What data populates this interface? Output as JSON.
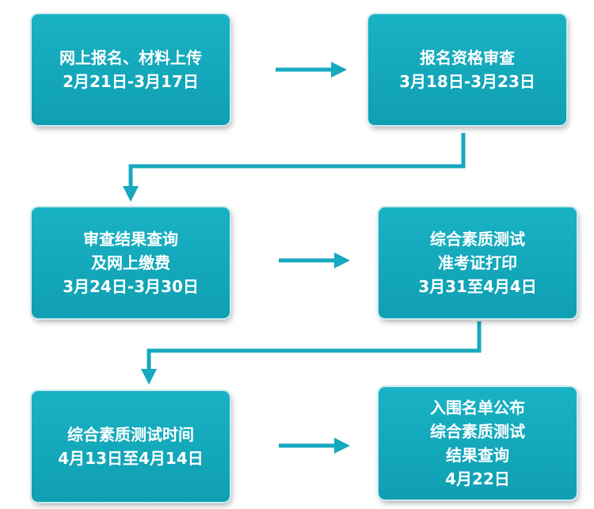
{
  "steps": [
    {
      "id": "s1",
      "lines": [
        "网上报名、材料上传",
        "2月21日-3月17日"
      ]
    },
    {
      "id": "s2",
      "lines": [
        "报名资格审查",
        "3月18日-3月23日"
      ]
    },
    {
      "id": "s3",
      "lines": [
        "审查结果查询",
        "及网上缴费",
        "3月24日-3月30日"
      ]
    },
    {
      "id": "s4",
      "lines": [
        "综合素质测试",
        "准考证打印",
        "3月31至4月4日"
      ]
    },
    {
      "id": "s5",
      "lines": [
        "综合素质测试时间",
        "4月13日至4月14日"
      ]
    },
    {
      "id": "s6",
      "lines": [
        "入围名单公布",
        "综合素质测试",
        "结果查询",
        "4月22日"
      ]
    }
  ],
  "colors": {
    "box": "#14aabd",
    "arrow": "#16a9bf"
  }
}
